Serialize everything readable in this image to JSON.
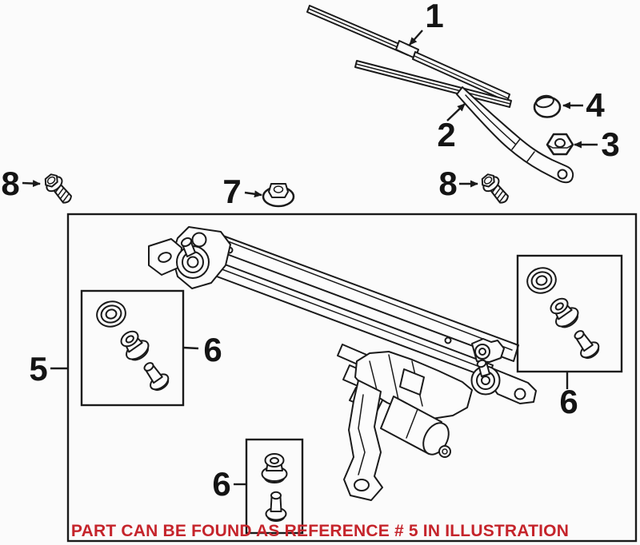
{
  "callouts": {
    "c1": "1",
    "c2": "2",
    "c3": "3",
    "c4": "4",
    "c5": "5",
    "c6_left": "6",
    "c6_right": "6",
    "c6_bottom": "6",
    "c7": "7",
    "c8_left": "8",
    "c8_right": "8"
  },
  "footer": {
    "note": "PART CAN BE FOUND AS REFERENCE # 5 IN ILLUSTRATION"
  },
  "colors": {
    "line": "#1a1a1a",
    "note_red": "#c5242b",
    "background": "#fbfbfb"
  }
}
